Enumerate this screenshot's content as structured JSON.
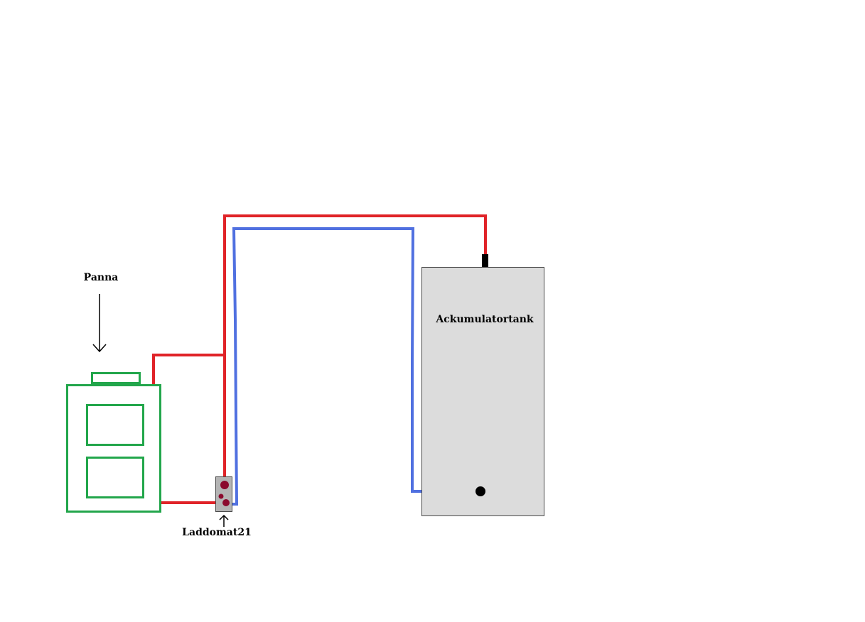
{
  "labels": {
    "boiler": "Panna",
    "tank": "Ackumulatortank",
    "valve": "Laddomat21"
  },
  "colors": {
    "background": "#ffffff",
    "hot_pipe": "#e02328",
    "cold_pipe": "#5070e0",
    "boiler_outline": "#22a64b",
    "tank_fill": "#dcdcdc",
    "tank_outline": "#4a4a4a",
    "valve_fill": "#b4b4b4",
    "valve_dots": "#8b0a2e",
    "connector": "#000000"
  },
  "icons": {
    "boiler_pointer": "arrow-down-icon",
    "valve_pointer": "arrow-up-icon"
  }
}
